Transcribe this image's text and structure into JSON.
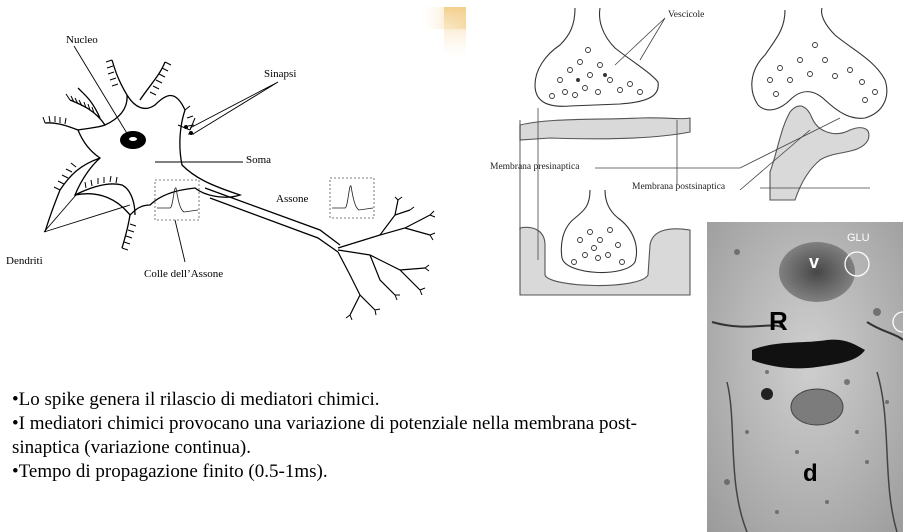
{
  "neuron": {
    "labels": {
      "nucleo": "Nucleo",
      "sinapsi": "Sinapsi",
      "soma": "Soma",
      "assone": "Assone",
      "dendriti": "Dendriti",
      "colle": "Colle dell’Assone"
    }
  },
  "synapse": {
    "labels": {
      "vescicole": "Vescicole",
      "presinaptica": "Membrana presinaptica",
      "postsinaptica": "Membrana postsinaptica"
    }
  },
  "micrograph": {
    "labels": {
      "r": "R",
      "d": "d",
      "v": "v",
      "glu": "GLU"
    }
  },
  "bullets": [
    "•Lo spike genera il rilascio di mediatori chimici.",
    "•I mediatori chimici provocano una variazione di potenziale nella membrana post-sinaptica (variazione continua).",
    "•Tempo di propagazione finito (0.5-1ms)."
  ],
  "colors": {
    "deco_gradient": "#f5d9a0",
    "micro_dark": "#111111",
    "shading": "#d8d8d8"
  }
}
